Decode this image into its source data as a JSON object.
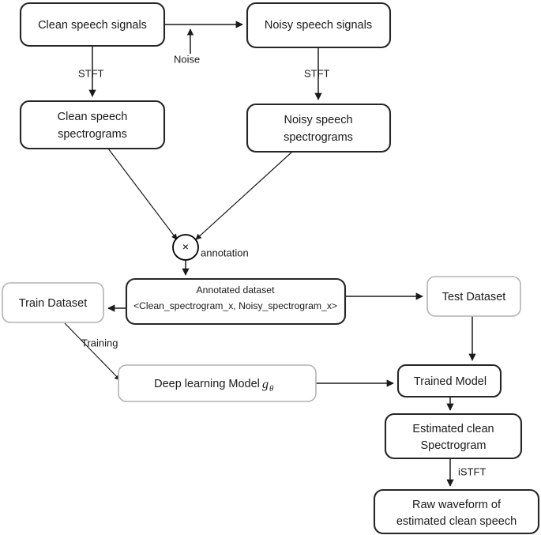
{
  "diagram": {
    "title": "Speech enhancement deep learning pipeline flowchart",
    "colors": {
      "box_stroke_dark": "#262626",
      "box_stroke_light": "#b3b3b3",
      "edge": "#1a1a1a",
      "text": "#1a1a1a",
      "background": "#ffffff"
    },
    "nodes": {
      "clean_speech_signals": {
        "label": "Clean speech signals"
      },
      "noisy_speech_signals": {
        "label": "Noisy speech signals"
      },
      "clean_spectrograms": {
        "line1": "Clean speech",
        "line2": "spectrograms"
      },
      "noisy_spectrograms": {
        "line1": "Noisy speech",
        "line2": "spectrograms"
      },
      "multiply_node": {
        "glyph": "×",
        "icon": "multiply-icon"
      },
      "annotated_dataset": {
        "line1": "Annotated dataset",
        "line2": "<Clean_spectrogram_x, Noisy_spectrogram_x>"
      },
      "train_dataset": {
        "label": "Train Dataset"
      },
      "test_dataset": {
        "label": "Test Dataset"
      },
      "deep_learning_model": {
        "label": "Deep learning Model",
        "math_var": "g",
        "math_sub": "θ"
      },
      "trained_model": {
        "label": "Trained Model"
      },
      "estimated_clean_spectrogram": {
        "line1": "Estimated clean",
        "line2": "Spectrogram"
      },
      "raw_waveform": {
        "line1": "Raw waveform of",
        "line2": "estimated clean speech"
      }
    },
    "edge_labels": {
      "stft_left": "STFT",
      "stft_right": "STFT",
      "noise": "Noise",
      "annotation": "annotation",
      "training": "Training",
      "istft": "iSTFT"
    }
  }
}
